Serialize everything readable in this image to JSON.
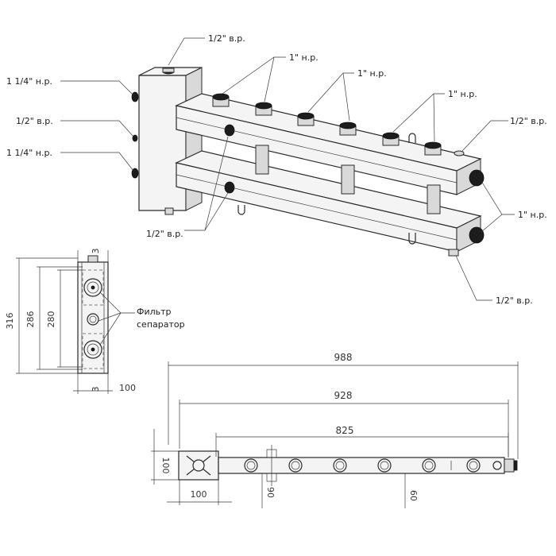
{
  "iso": {
    "labels": {
      "top_half": "1/2\" в.р.",
      "left_top": "1 1/4\" н.р.",
      "left_mid": "1/2\" в.р.",
      "left_bot": "1 1/4\" н.р.",
      "one_a": "1\" н.р.",
      "one_b": "1\" н.р.",
      "one_c": "1\" н.р.",
      "right_half": "1/2\" в.р.",
      "right_one": "1\" н.р.",
      "bottom_half_left": "1/2\" в.р.",
      "bottom_half_right": "1/2\" в.р."
    }
  },
  "side_view": {
    "dims": {
      "h316": "316",
      "h286": "286",
      "h280": "280",
      "w3_top": "3",
      "w3_bot": "3",
      "w100": "100"
    },
    "filter_label_line1": "Фильтр",
    "filter_label_line2": "сепаратор"
  },
  "plan_view": {
    "dims": {
      "d988": "988",
      "d928": "928",
      "d825": "825",
      "d100_left": "100",
      "d100_bottom": "100",
      "d90": "90",
      "d60": "60"
    }
  }
}
